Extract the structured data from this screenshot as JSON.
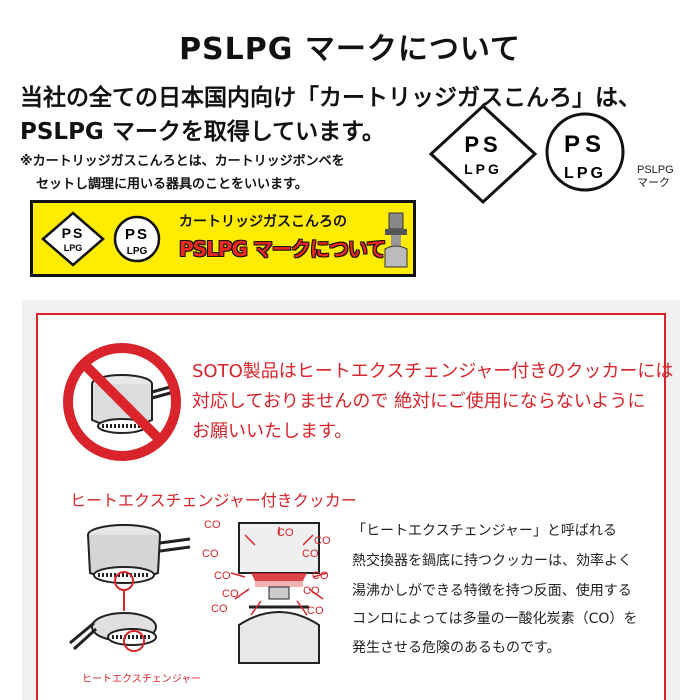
{
  "header": {
    "title": "PSLPG マークについて",
    "intro_line1": "当社の全ての日本国内向け「カートリッジガスこんろ」は、",
    "intro_line2": "PSLPG マークを取得しています。",
    "note_line1": "※カートリッジガスこんろとは、カートリッジボンベを",
    "note_line2": "セットし調理に用いる器具のことをいいます。"
  },
  "marks": {
    "diamond_top": "PS",
    "diamond_bottom": "LPG",
    "circle_top": "PS",
    "circle_bottom": "LPG",
    "caption_line1": "PSLPG",
    "caption_line2": "マーク"
  },
  "banner": {
    "top_text": "カートリッジガスこんろの",
    "main_text": "PSLPG マークについて",
    "diamond_top": "PS",
    "diamond_bottom": "LPG",
    "circle_top": "PS",
    "circle_bottom": "LPG"
  },
  "warning": {
    "line1": "SOTO製品はヒートエクスチェンジャー付きのクッカーには",
    "line2": "対応しておりませんので 絶対にご使用にならないように",
    "line3": "お願いいたします。",
    "accent_color": "#d8242a"
  },
  "cooker": {
    "heading": "ヒートエクスチェンジャー付きクッカー",
    "hx_label": "ヒートエクスチェンジャー",
    "co_label": "CO",
    "desc_line1": "「ヒートエクスチェンジャー」と呼ばれる",
    "desc_line2": "熱交換器を鍋底に持つクッカーは、効率よく",
    "desc_line3": "湯沸かしができる特徴を持つ反面、使用する",
    "desc_line4": "コンロによっては多量の一酸化炭素（CO）を",
    "desc_line5": "発生させる危険のあるものです。"
  }
}
